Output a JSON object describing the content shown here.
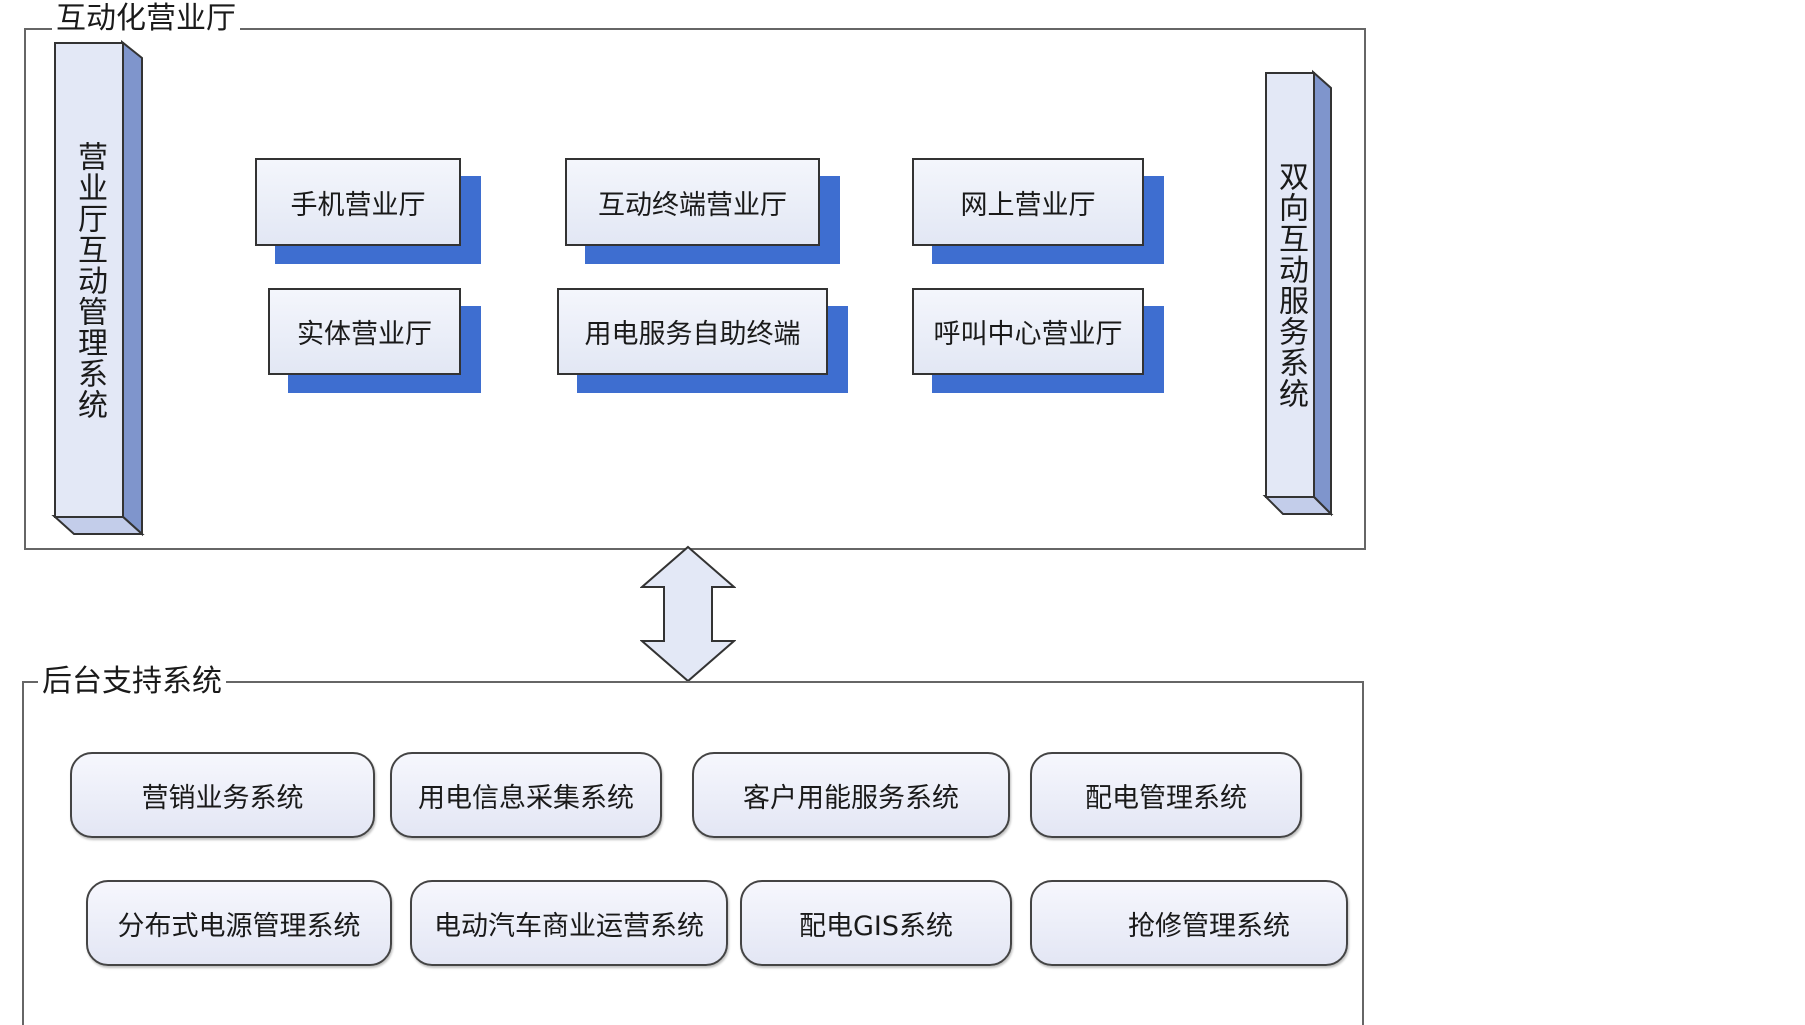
{
  "top_group": {
    "title": "互动化营业厅",
    "left_bar": "营业厅互动管理系统",
    "right_bar": "双向互动服务系统",
    "halls": [
      "手机营业厅",
      "互动终端营业厅",
      "网上营业厅",
      "实体营业厅",
      "用电服务自助终端",
      "呼叫中心营业厅"
    ]
  },
  "bottom_group": {
    "title": "后台支持系统",
    "systems": [
      "营销业务系统",
      "用电信息采集系统",
      "客户用能服务系统",
      "配电管理系统",
      "分布式电源管理系统",
      "电动汽车商业运营系统",
      "配电GIS系统",
      "抢修管理系统"
    ]
  },
  "colors": {
    "card_shadow": "#3e6ed0",
    "bar_face": "#e3e8f6",
    "bar_side": "#7f95cc",
    "arrow_fill": "#e3e8f6"
  }
}
